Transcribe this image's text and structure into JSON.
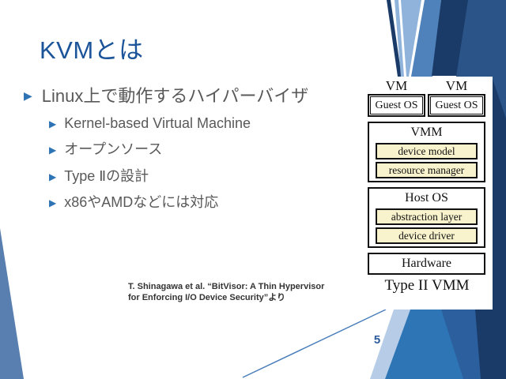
{
  "slide": {
    "title": "KVMとは",
    "page_number": "5",
    "bullets": {
      "level1": "Linux上で動作するハイパーバイザ",
      "level2": [
        "Kernel-based Virtual Machine",
        "オープンソース",
        "Type Ⅱの設計",
        "x86やAMDなどには対応"
      ]
    },
    "citation": {
      "line1": "T. Shinagawa et al. “BitVisor: A Thin Hypervisor",
      "line2": "for Enforcing I/O Device Security”より"
    }
  },
  "diagram": {
    "vm_labels": [
      "VM",
      "VM"
    ],
    "guest_os_labels": [
      "Guest OS",
      "Guest OS"
    ],
    "vmm_label": "VMM",
    "vmm_children": [
      "device model",
      "resource manager"
    ],
    "host_os_label": "Host OS",
    "host_children": [
      "abstraction layer",
      "device driver"
    ],
    "hardware_label": "Hardware",
    "caption": "Type II VMM"
  },
  "icons": {
    "bullet_triangle": "▶"
  },
  "colors": {
    "title_blue": "#1b5499",
    "bullet_blue": "#2e74b5",
    "body_gray": "#595959",
    "navy": "#1a3a68",
    "bright_blue": "#2e75b6",
    "light_blue": "#8fb3da",
    "pale_blue": "#b7cde7",
    "corner_triangle_blue": "#587fb0",
    "diagram_yellow": "#f8f3cd",
    "page_number_blue": "#2d5b9b"
  }
}
